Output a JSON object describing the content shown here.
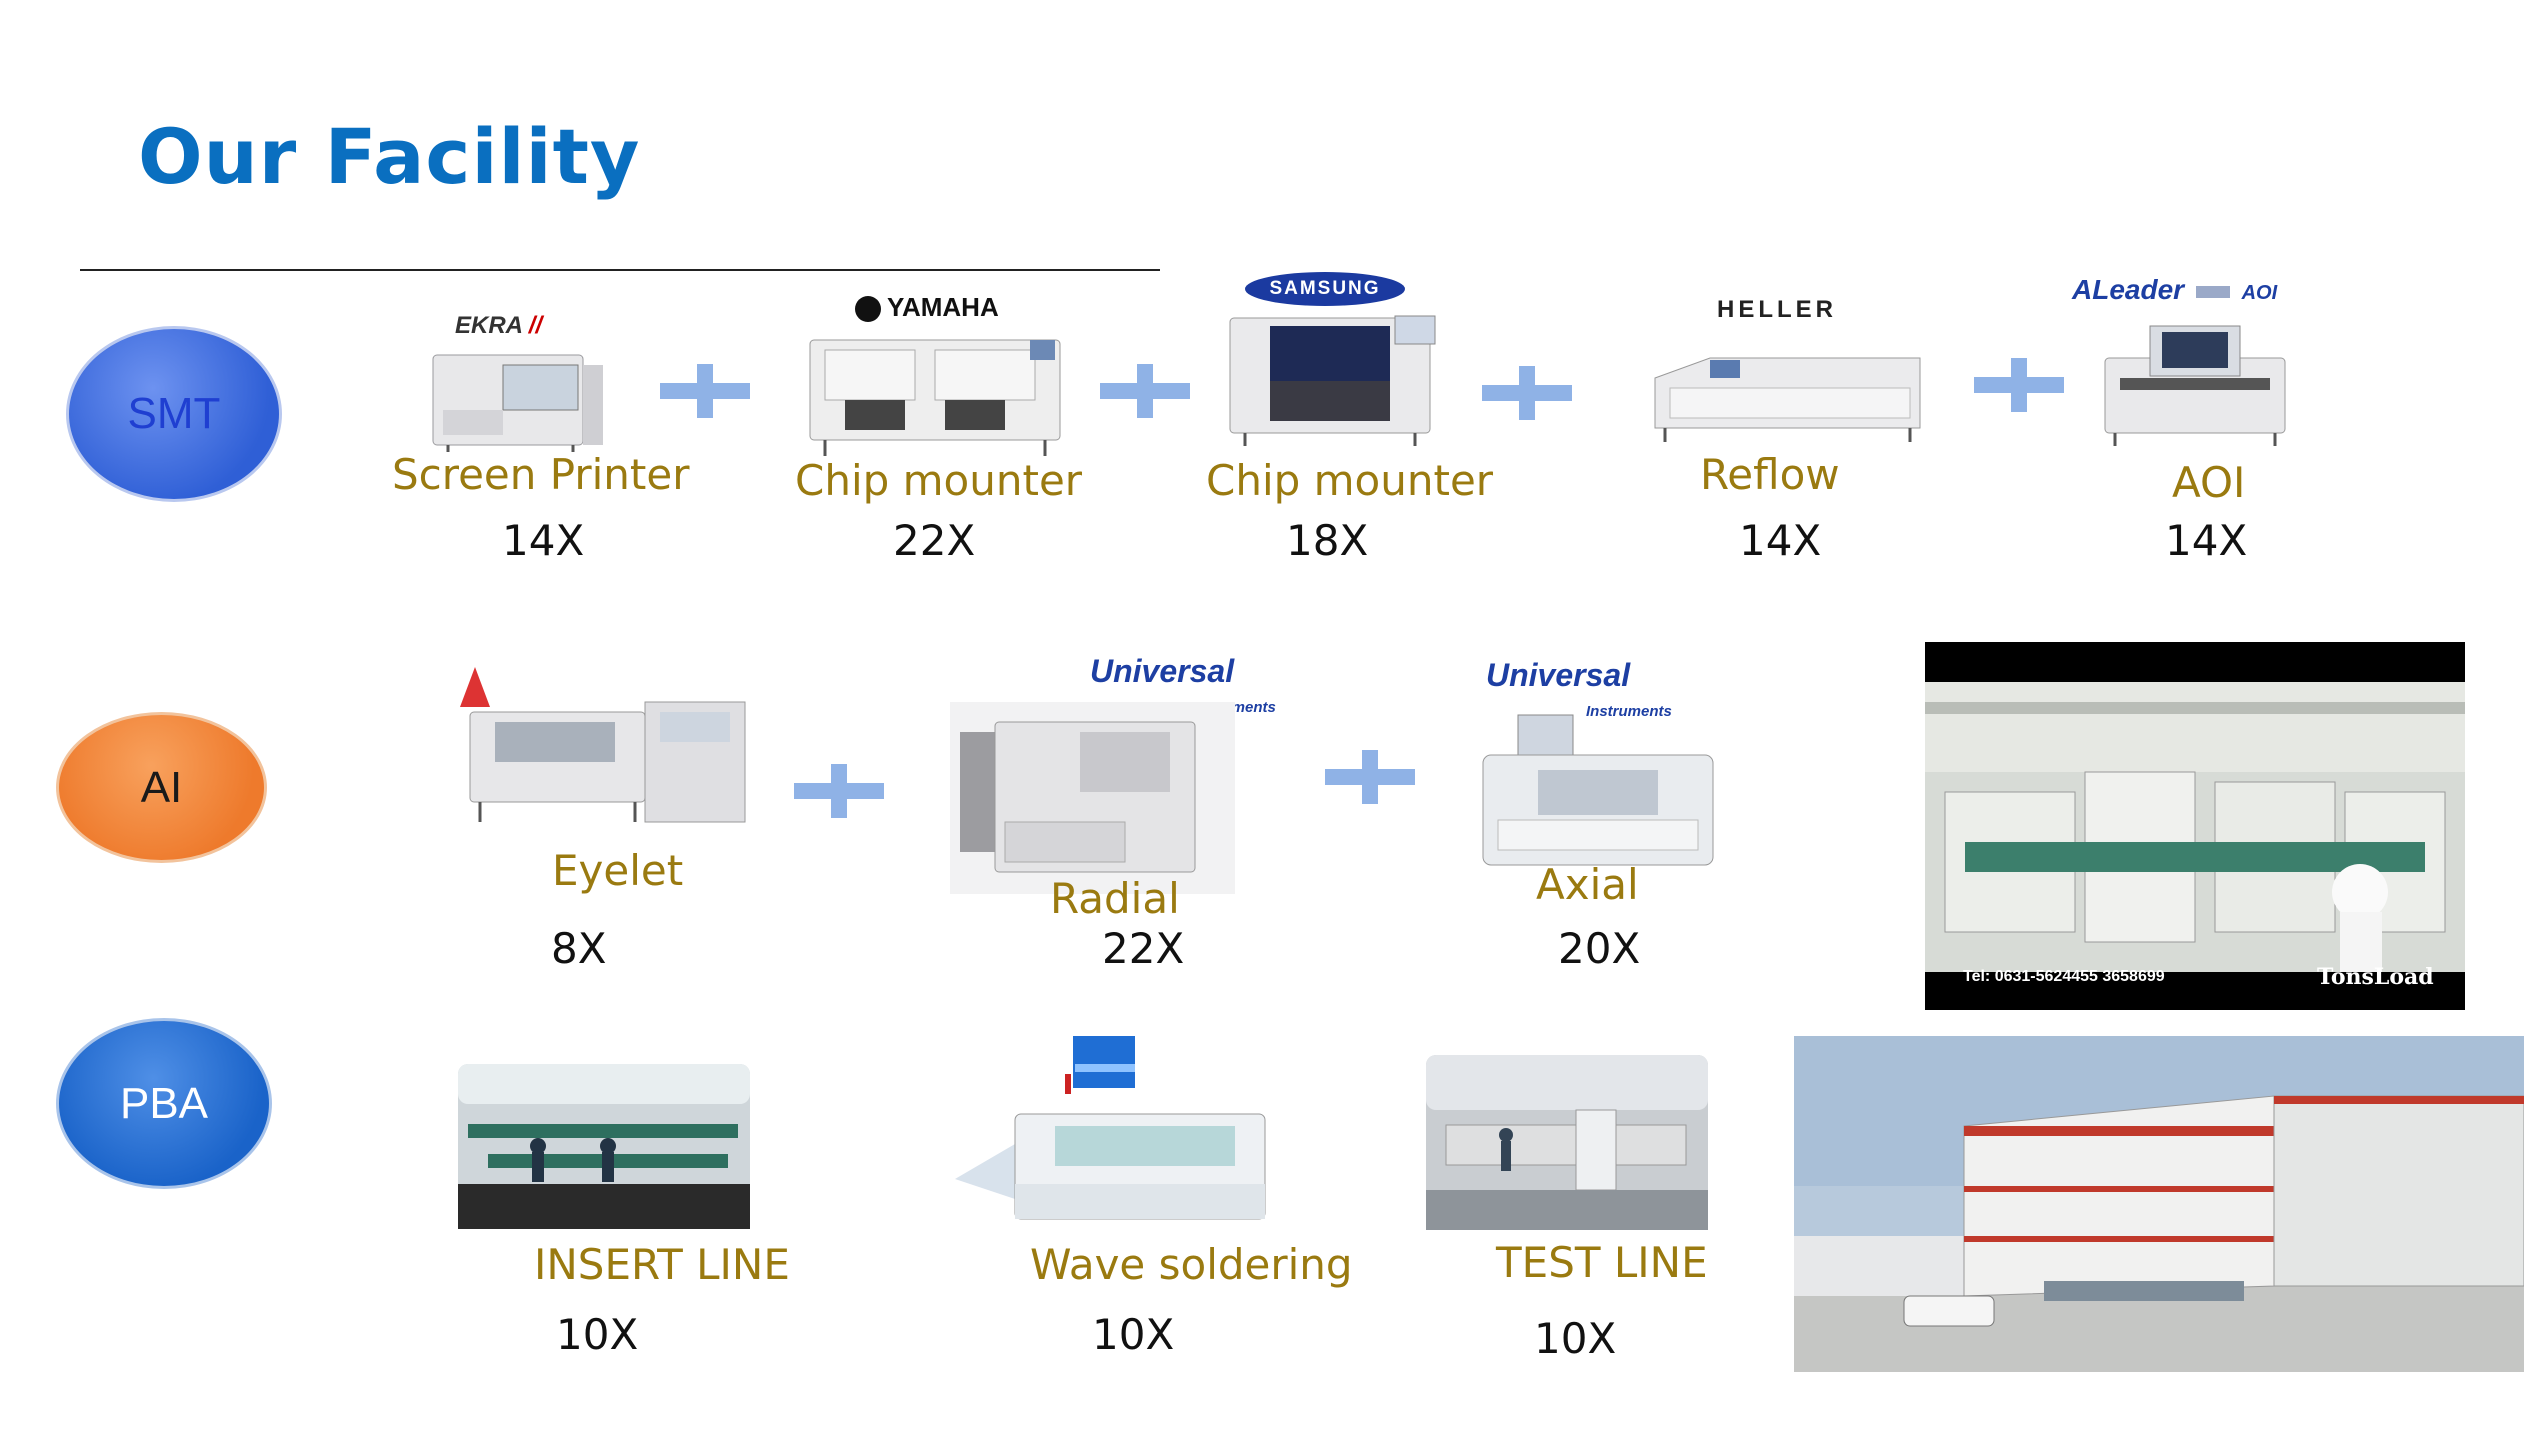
{
  "title": "Our Facility",
  "colors": {
    "title": "#0a6fc0",
    "label": "#9a7a10",
    "plus": "#8fb2e6",
    "smt": "#2f5fd6",
    "ai": "#ee7a2c",
    "pba": "#1a63c9"
  },
  "rows": {
    "smt": {
      "name": "SMT",
      "machines": [
        {
          "brand": "EKRA",
          "label": "Screen Printer",
          "qty": "14X"
        },
        {
          "brand": "YAMAHA",
          "label": "Chip mounter",
          "qty": "22X"
        },
        {
          "brand": "SAMSUNG",
          "label": "Chip mounter",
          "qty": "18X"
        },
        {
          "brand": "HELLER",
          "label": "Reflow",
          "qty": "14X"
        },
        {
          "brand": "ALeader",
          "brand_sub": "AOI",
          "label": "AOI",
          "qty": "14X"
        }
      ]
    },
    "ai": {
      "name": "AI",
      "machines": [
        {
          "label": "Eyelet",
          "qty": "8X"
        },
        {
          "brand": "Universal",
          "brand_sub": "Instruments",
          "label": "Radial",
          "qty": "22X"
        },
        {
          "brand": "Universal",
          "brand_sub": "Instruments",
          "label": "Axial",
          "qty": "20X"
        }
      ]
    },
    "pba": {
      "name": "PBA",
      "machines": [
        {
          "label": "INSERT LINE",
          "qty": "10X"
        },
        {
          "label": "Wave soldering",
          "qty": "10X"
        },
        {
          "label": "TEST LINE",
          "qty": "10X"
        }
      ]
    }
  },
  "factory_photo": {
    "caption_left": "Tel: 0631-5624455  3658699",
    "caption_right": "TonsLoad"
  }
}
